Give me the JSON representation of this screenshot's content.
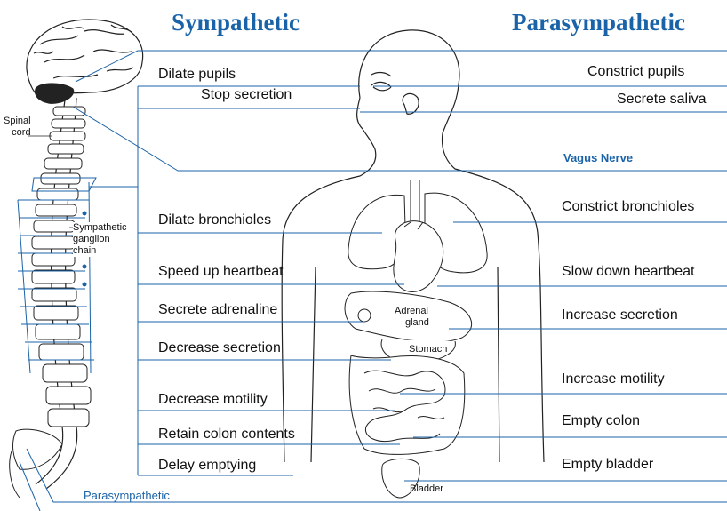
{
  "headings": {
    "sympathetic": "Sympathetic",
    "parasympathetic": "Parasympathetic"
  },
  "sympathetic_effects": [
    "Dilate pupils",
    "Stop secretion",
    "Dilate bronchioles",
    "Speed up heartbeat",
    "Secrete adrenaline",
    "Decrease secretion",
    "Decrease motility",
    "Retain colon contents",
    "Delay emptying"
  ],
  "parasympathetic_effects": [
    "Constrict pupils",
    "Secrete saliva",
    "Constrict bronchioles",
    "Slow down heartbeat",
    "Increase secretion",
    "Increase motility",
    "Empty colon",
    "Empty bladder"
  ],
  "nerves": {
    "vagus": "Vagus Nerve",
    "parasympathetic_outflow": "Parasympathetic"
  },
  "anatomy_labels": {
    "spinal_cord": [
      "Spinal",
      "cord"
    ],
    "ganglion_chain": [
      "Sympathetic",
      "ganglion",
      "chain"
    ],
    "adrenal": [
      "Adrenal",
      "gland"
    ],
    "stomach": "Stomach",
    "bladder": "Bladder"
  },
  "colors": {
    "accent": "#1b63a8",
    "line": "#1b63a8",
    "outline": "#222222",
    "text": "#111111"
  }
}
